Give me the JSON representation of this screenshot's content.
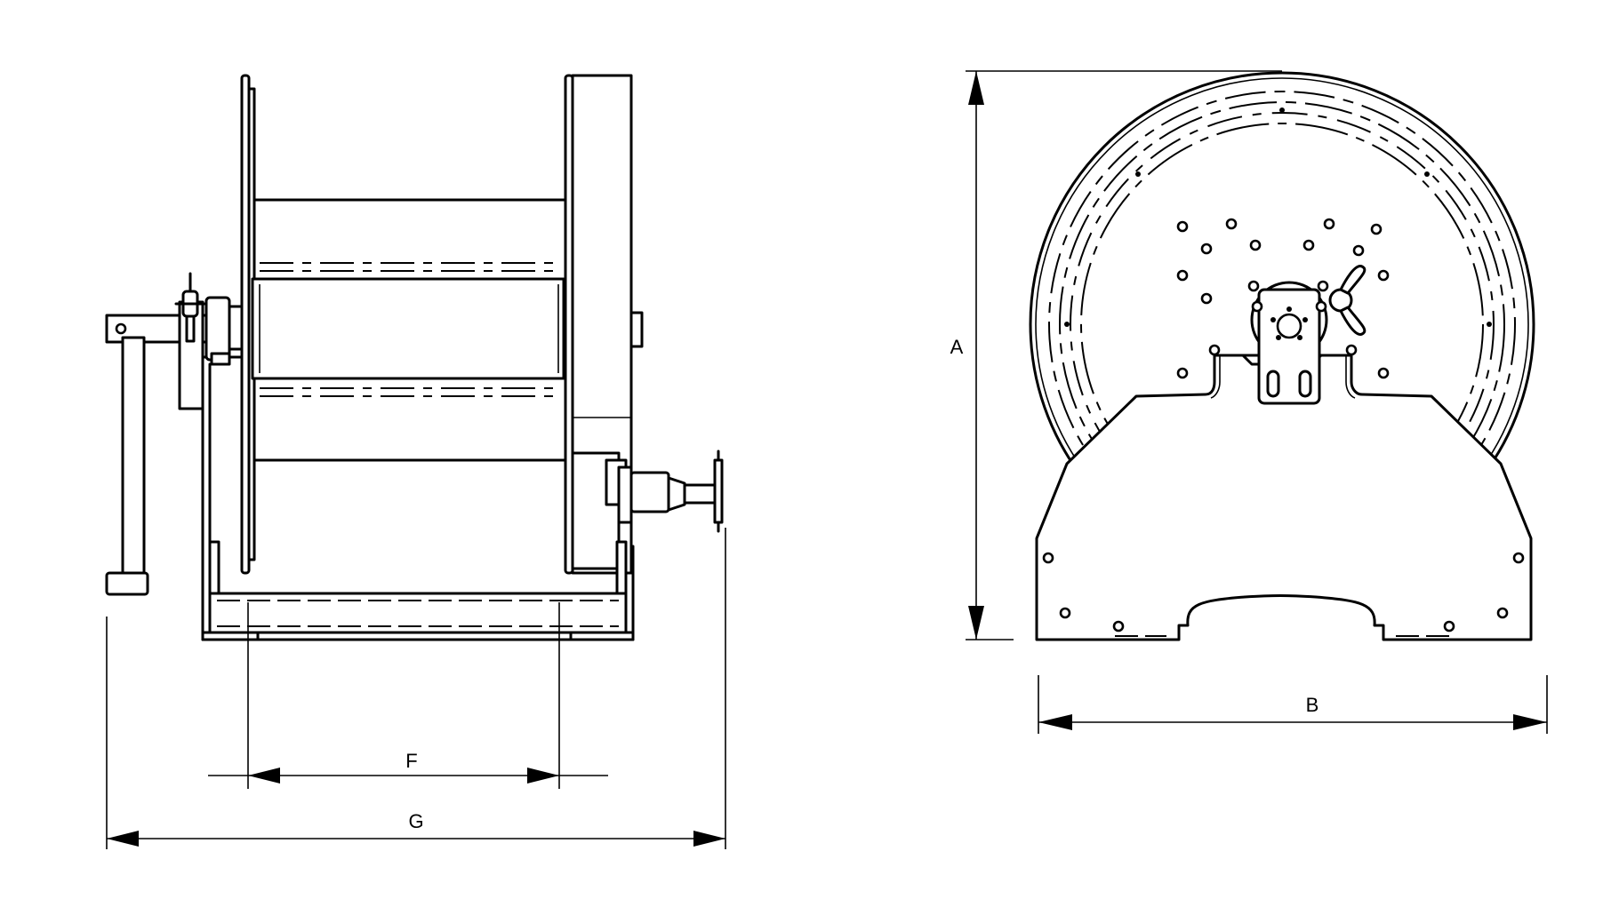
{
  "labels": {
    "dim_a": "A",
    "dim_b": "B",
    "dim_f": "F",
    "dim_g": "G"
  },
  "colors": {
    "line": "#000000",
    "background": "#ffffff"
  }
}
